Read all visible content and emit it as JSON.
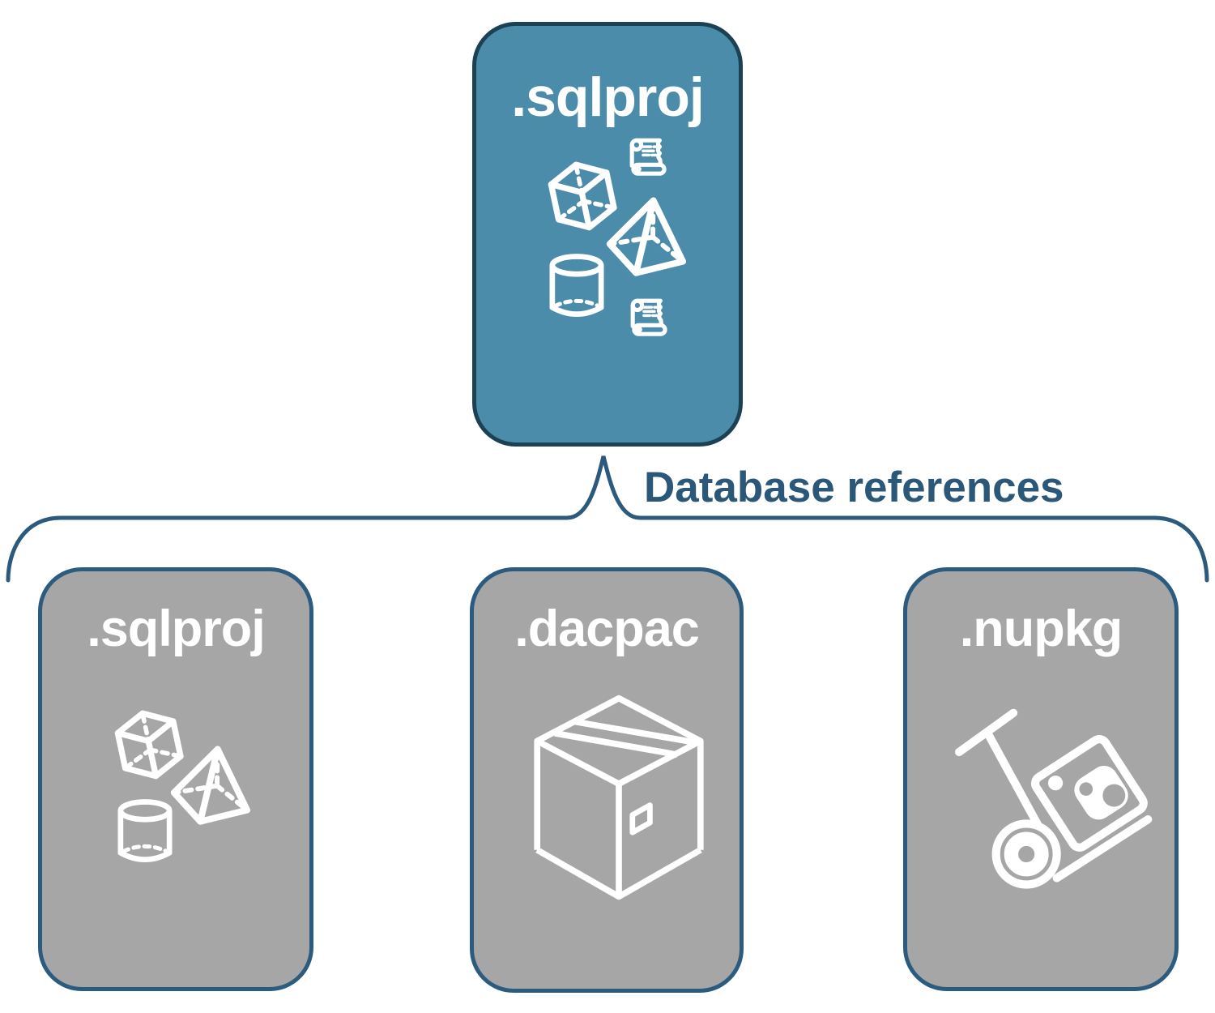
{
  "diagram": {
    "title": "",
    "root_box": {
      "label": ".sqlproj",
      "fill": "#4b8caa",
      "border_color": "#1d4154",
      "text_color": "#ffffff",
      "icons": [
        "scroll-icon",
        "cube-icon",
        "pyramid-icon",
        "cylinder-icon",
        "scroll-icon"
      ]
    },
    "connector": {
      "label": "Database references",
      "label_color": "#2b5878",
      "brace_color": "#2b5a7c",
      "shape": "upside-down-curly-brace"
    },
    "child_boxes": [
      {
        "label": ".sqlproj",
        "fill": "#a6a6a6",
        "border_color": "#2b5c80",
        "text_color": "#ffffff",
        "icons": [
          "cube-icon",
          "pyramid-icon",
          "cylinder-icon"
        ]
      },
      {
        "label": ".dacpac",
        "fill": "#a6a6a6",
        "border_color": "#2b5c80",
        "text_color": "#ffffff",
        "icons": [
          "package-box-icon"
        ]
      },
      {
        "label": ".nupkg",
        "fill": "#a6a6a6",
        "border_color": "#2b5c80",
        "text_color": "#ffffff",
        "icons": [
          "nuget-handtruck-icon"
        ]
      }
    ],
    "background": "#ffffff"
  }
}
